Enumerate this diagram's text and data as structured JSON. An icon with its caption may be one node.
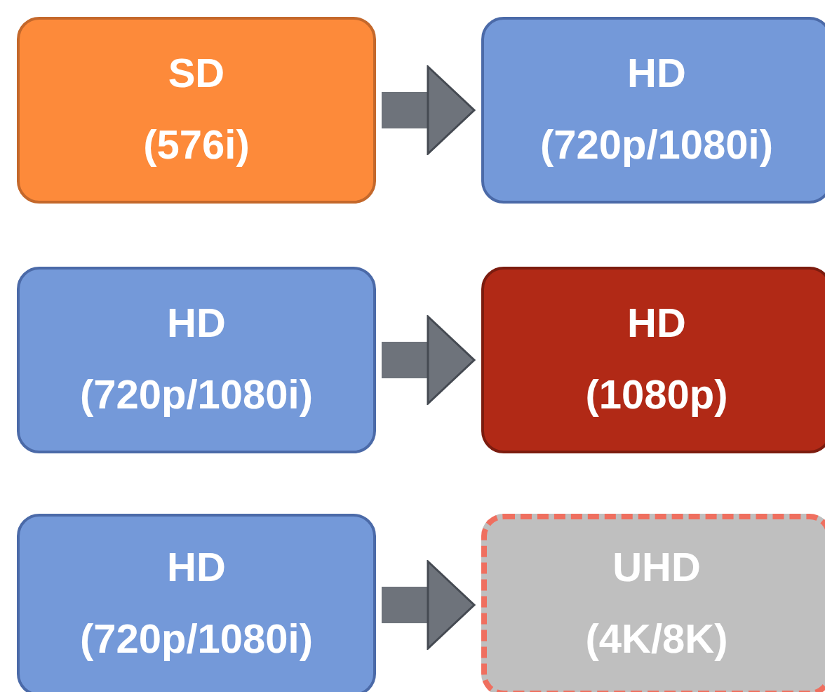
{
  "diagram": {
    "nodes": [
      {
        "text": [
          "SD",
          "(576i)"
        ]
      },
      {
        "text": [
          "HD",
          "(720p/1080i)"
        ]
      },
      {
        "text": [
          "HD",
          "(720p/1080i)"
        ]
      },
      {
        "text": [
          "HD",
          "(1080p)"
        ]
      },
      {
        "text": [
          "HD",
          "(720p/1080i)"
        ]
      },
      {
        "text": [
          "UHD",
          "(4K/8K)"
        ]
      }
    ],
    "edges": [
      {
        "from": 0,
        "to": 1,
        "arrow": "to"
      },
      {
        "from": 2,
        "to": 3,
        "arrow": "to"
      },
      {
        "from": 4,
        "to": 5,
        "arrow": "to"
      }
    ]
  }
}
